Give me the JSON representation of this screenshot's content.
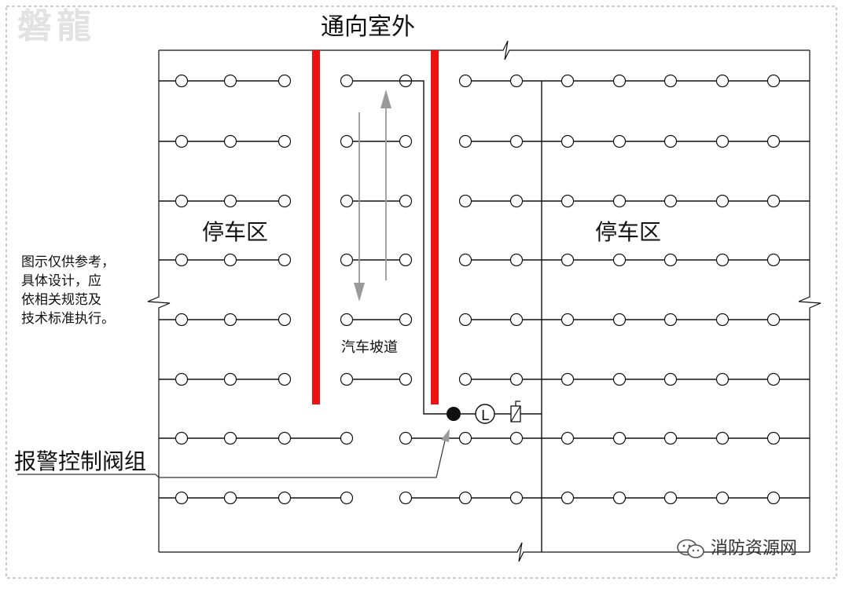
{
  "watermark_text": "磐龍",
  "title": "通向室外",
  "zones": {
    "left": "停车区",
    "right": "停车区"
  },
  "ramp_label": "汽车坡道",
  "alarm_label": "报警控制阀组",
  "note": "图示仅供参考，\n具体设计，应\n依相关规范及\n技术标准执行。",
  "brand": {
    "icon": "wechat-icon",
    "text": "消防资源网"
  },
  "colors": {
    "wall": "#ee1111",
    "pipe": "#111111",
    "arrow": "#9a9a9a",
    "border": "#999999",
    "watermark": "#e2e2e2"
  }
}
